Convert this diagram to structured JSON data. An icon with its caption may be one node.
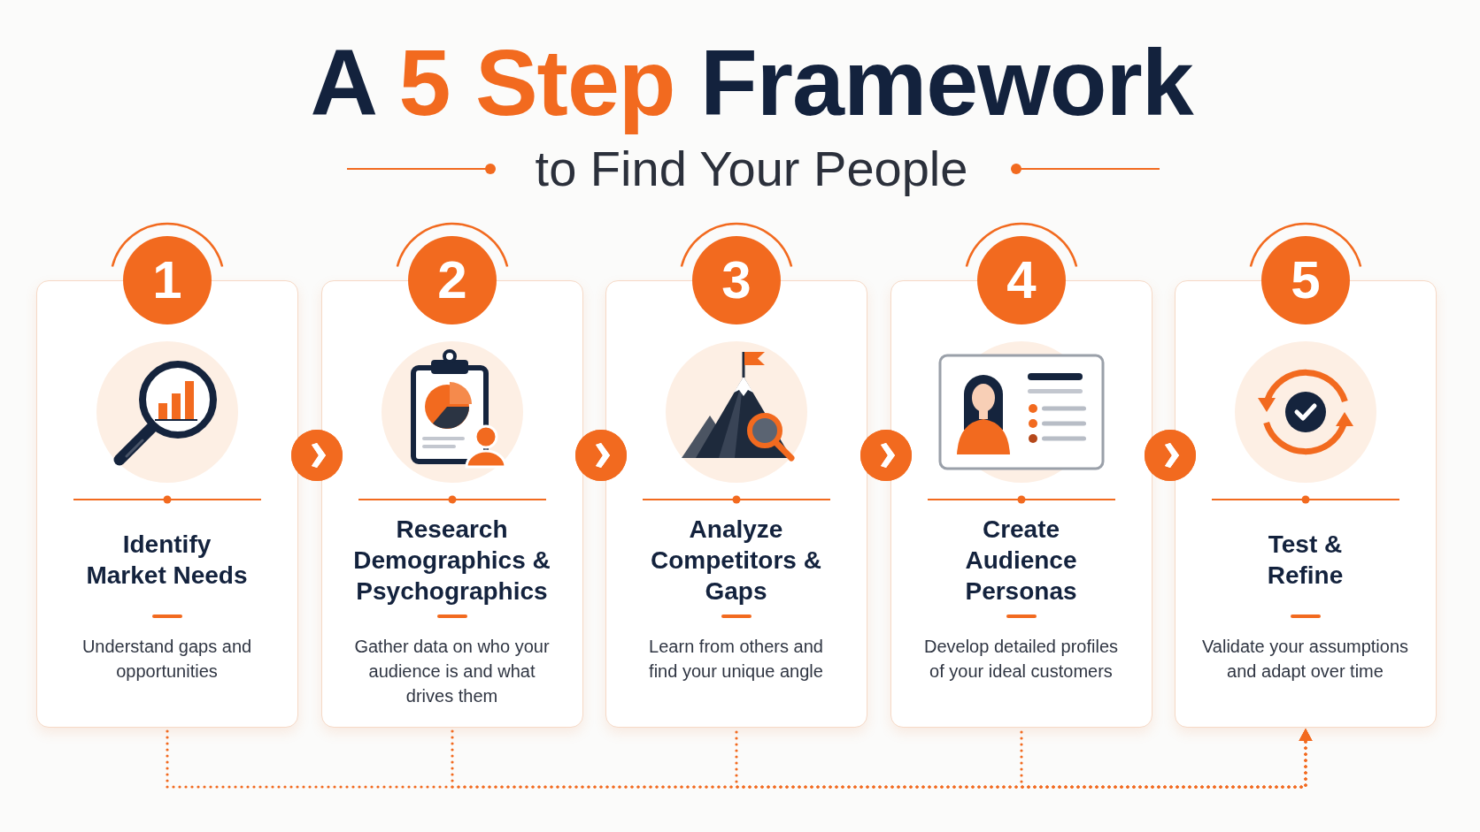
{
  "diagram": {
    "title": "A 5 Step Framework",
    "nodes": [
      {
        "text": [
          "1"
        ]
      },
      {
        "text": [
          "Identify Market Needs",
          "Understand gaps and opportunities"
        ]
      },
      {
        "text": [
          "2"
        ]
      },
      {
        "text": [
          "Research Demographics & Psychographics",
          "Gather data on who your audience is and what drives them"
        ]
      },
      {
        "text": [
          "3"
        ]
      },
      {
        "text": [
          "Analyze Competitors & Gaps",
          "Learn from others and find your unique angle"
        ]
      },
      {
        "text": [
          "4"
        ]
      },
      {
        "text": [
          "Create Audience Personas",
          "Develop detailed profiles of your ideal customers"
        ]
      },
      {
        "text": [
          "5"
        ]
      },
      {
        "text": [
          "Test & Refine",
          "Validate your assumptions and adapt over time"
        ]
      }
    ],
    "edges": [
      {
        "from": 1,
        "to": 3,
        "arrow": "to"
      },
      {
        "from": 3,
        "to": 5,
        "arrow": "to"
      },
      {
        "from": 5,
        "to": 7,
        "arrow": "to"
      },
      {
        "from": 7,
        "to": 9,
        "arrow": "to"
      },
      {
        "from": 1,
        "to": 9,
        "arrow": "to",
        "style": "dashed"
      },
      {
        "from": 3,
        "to": 9,
        "arrow": "to",
        "style": "dashed"
      },
      {
        "from": 5,
        "to": 9,
        "arrow": "to",
        "style": "dashed"
      },
      {
        "from": 7,
        "to": 9,
        "arrow": "to",
        "style": "dashed"
      }
    ],
    "labels": [
      "to Find Your People"
    ]
  }
}
